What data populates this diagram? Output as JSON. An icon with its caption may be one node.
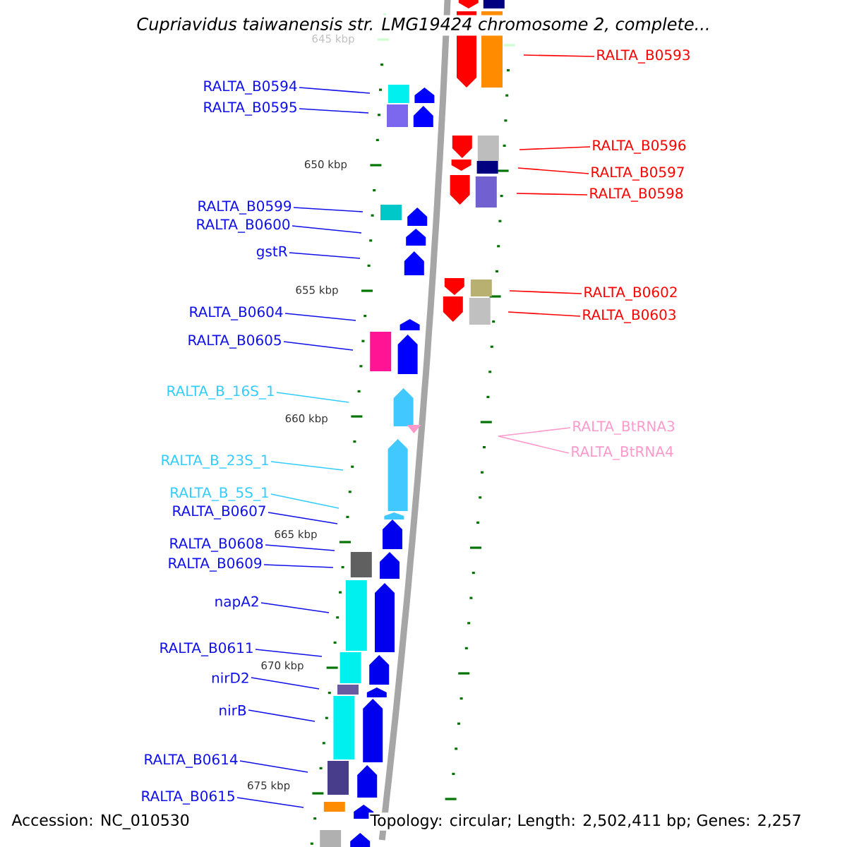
{
  "diagram": {
    "title": "Cupriavidus taiwanensis str. LMG19424 chromosome 2, complete...",
    "nodes": [
      {
        "text": [
          "RALTA_B0593"
        ]
      },
      {
        "text": [
          "RALTA_B0594"
        ]
      },
      {
        "text": [
          "RALTA_B0595"
        ]
      },
      {
        "text": [
          "RALTA_B0596"
        ]
      },
      {
        "text": [
          "RALTA_B0597"
        ]
      },
      {
        "text": [
          "RALTA_B0598"
        ]
      },
      {
        "text": [
          "RALTA_B0599"
        ]
      },
      {
        "text": [
          "RALTA_B0600"
        ]
      },
      {
        "text": [
          "gstR"
        ]
      },
      {
        "text": [
          "RALTA_B0602"
        ]
      },
      {
        "text": [
          "RALTA_B0603"
        ]
      },
      {
        "text": [
          "RALTA_B0604"
        ]
      },
      {
        "text": [
          "RALTA_B0605"
        ]
      },
      {
        "text": [
          "RALTA_B_16S_1"
        ]
      },
      {
        "text": [
          "RALTA_BtRNA3"
        ]
      },
      {
        "text": [
          "RALTA_BtRNA4"
        ]
      },
      {
        "text": [
          "RALTA_B_23S_1"
        ]
      },
      {
        "text": [
          "RALTA_B_5S_1"
        ]
      },
      {
        "text": [
          "RALTA_B0607"
        ]
      },
      {
        "text": [
          "RALTA_B0608"
        ]
      },
      {
        "text": [
          "RALTA_B0609"
        ]
      },
      {
        "text": [
          "napA2"
        ]
      },
      {
        "text": [
          "RALTA_B0611"
        ]
      },
      {
        "text": [
          "nirD2"
        ]
      },
      {
        "text": [
          "nirB"
        ]
      },
      {
        "text": [
          "RALTA_B0614"
        ]
      },
      {
        "text": [
          "RALTA_B0615"
        ]
      }
    ],
    "edges": [
      {
        "from": 0,
        "to": null,
        "arrow": "none",
        "color": "#ff0000"
      },
      {
        "from": 1,
        "to": null,
        "arrow": "none"
      },
      {
        "from": 2,
        "to": null,
        "arrow": "none"
      },
      {
        "from": 3,
        "to": null,
        "arrow": "none",
        "color": "#ff0000"
      },
      {
        "from": 4,
        "to": null,
        "arrow": "none",
        "color": "#ff0000"
      },
      {
        "from": 5,
        "to": null,
        "arrow": "none",
        "color": "#ff0000"
      },
      {
        "from": 6,
        "to": null,
        "arrow": "none"
      },
      {
        "from": 7,
        "to": null,
        "arrow": "none"
      },
      {
        "from": 8,
        "to": null,
        "arrow": "none"
      },
      {
        "from": 9,
        "to": null,
        "arrow": "none",
        "color": "#ff0000"
      },
      {
        "from": 10,
        "to": null,
        "arrow": "none",
        "color": "#ff0000"
      },
      {
        "from": 11,
        "to": null,
        "arrow": "none"
      },
      {
        "from": 12,
        "to": null,
        "arrow": "none"
      },
      {
        "from": 13,
        "to": null,
        "arrow": "none",
        "color": "#33ccff"
      },
      {
        "from": 14,
        "to": null,
        "arrow": "none",
        "color": "#ff99cc"
      },
      {
        "from": 15,
        "to": null,
        "arrow": "none",
        "color": "#ff99cc"
      },
      {
        "from": 16,
        "to": null,
        "arrow": "none",
        "color": "#33ccff"
      },
      {
        "from": 17,
        "to": null,
        "arrow": "none",
        "color": "#33ccff"
      },
      {
        "from": 18,
        "to": null,
        "arrow": "none"
      },
      {
        "from": 19,
        "to": null,
        "arrow": "none"
      },
      {
        "from": 20,
        "to": null,
        "arrow": "none"
      },
      {
        "from": 21,
        "to": null,
        "arrow": "none"
      },
      {
        "from": 22,
        "to": null,
        "arrow": "none"
      },
      {
        "from": 23,
        "to": null,
        "arrow": "none"
      },
      {
        "from": 24,
        "to": null,
        "arrow": "none"
      },
      {
        "from": 25,
        "to": null,
        "arrow": "none"
      },
      {
        "from": 26,
        "to": null,
        "arrow": "none"
      }
    ],
    "labels": [
      "645 kbp",
      "650 kbp",
      "655 kbp",
      "660 kbp",
      "665 kbp",
      "670 kbp",
      "675 kbp",
      "Accession: NC_010530",
      "Topology: circular; Length: 2,502,411 bp; Genes: 2,257"
    ]
  }
}
